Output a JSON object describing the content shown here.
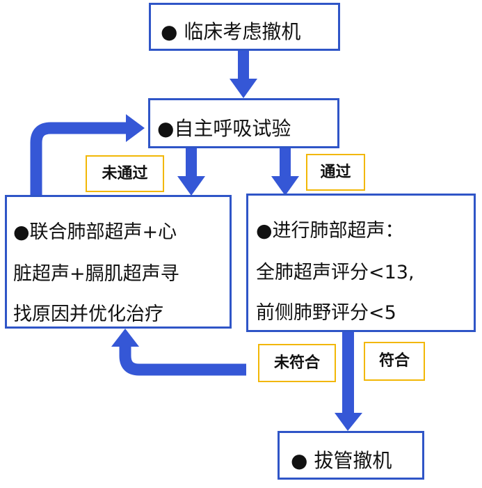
{
  "colors": {
    "box_border": "#2f55c7",
    "arrow": "#3557d6",
    "tag_border": "#f2b705",
    "text": "#111111"
  },
  "nodes": {
    "start": {
      "text": "● 临床考虑撤机"
    },
    "sbt": {
      "text": "●自主呼吸试验"
    },
    "optimize": {
      "lines": [
        "●联合肺部超声+心",
        "脏超声+膈肌超声寻",
        "找原因并优化治疗"
      ]
    },
    "lung_us": {
      "lines": [
        "●进行肺部超声：",
        "全肺超声评分<13,",
        "前侧肺野评分<5"
      ]
    },
    "extubate": {
      "text": "● 拔管撤机"
    }
  },
  "labels": {
    "sbt_fail": "未通过",
    "sbt_pass": "通过",
    "criteria_fail": "未符合",
    "criteria_pass": "符合"
  }
}
